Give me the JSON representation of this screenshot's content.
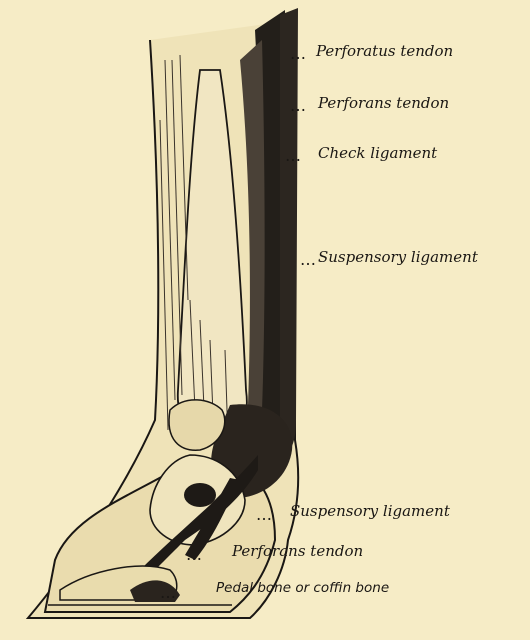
{
  "figure": {
    "labels": [
      "Perforatus tendon",
      "Perforans tendon",
      "Check ligament",
      "Suspensory ligament",
      "Suspensory ligament",
      "Perforans tendon",
      "Pedal bone or coffin bone"
    ],
    "colors": {
      "background": "#f6ecc6",
      "ink": "#1a1714",
      "shade": "#3a332b"
    }
  }
}
